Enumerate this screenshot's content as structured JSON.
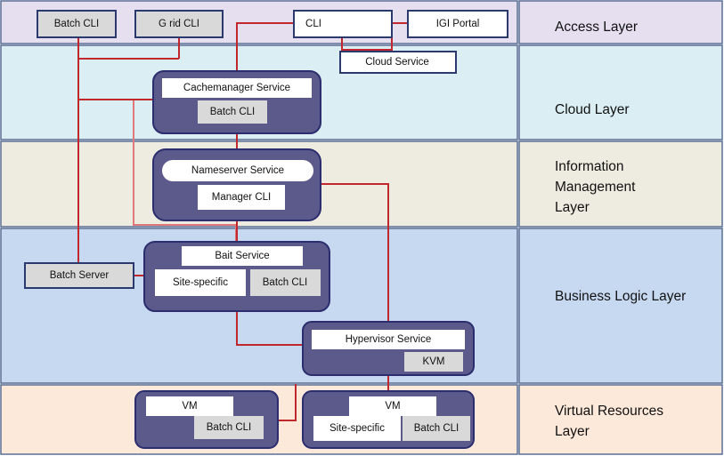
{
  "colors": {
    "line": "#c0282d",
    "line_light": "#e0797c",
    "container_fill": "#5b5a8a",
    "container_stroke": "#2b2d6e",
    "box_stroke": "#2b3a6e",
    "grey_box": "#d9d9d9"
  },
  "layers": [
    {
      "name": "access",
      "label": "Access Layer",
      "color": "#e5dff0"
    },
    {
      "name": "cloud",
      "label": "Cloud Layer",
      "color": "#daeef3"
    },
    {
      "name": "information-management",
      "label": "Information Management Layer",
      "color": "#eeece1"
    },
    {
      "name": "business-logic",
      "label": "Business Logic Layer",
      "color": "#c6d9f1"
    },
    {
      "name": "virtual-resources",
      "label": "Virtual Resources Layer",
      "color": "#fde9d9"
    }
  ],
  "boxes": {
    "access_batch_cli": "Batch CLI",
    "grid_cli": "G rid CLI",
    "cli": "CLI",
    "igi_portal": "IGI Portal",
    "cloud_service": "Cloud Service",
    "cachemanager_service": "Cachemanager Service",
    "cachemanager_batch_cli": "Batch CLI",
    "nameserver_service": "Nameserver Service",
    "manager_cli": "Manager CLI",
    "batch_server": "Batch Server",
    "bait_service": "Bait Service",
    "bait_site_specific": "Site-specific",
    "bait_batch_cli": "Batch CLI",
    "hypervisor_service": "Hypervisor Service",
    "kvm": "KVM",
    "vm1_vm": "VM",
    "vm1_batch_cli": "Batch CLI",
    "vm2_vm": "VM",
    "vm2_site_specific": "Site-specific",
    "vm2_batch_cli": "Batch CLI"
  }
}
